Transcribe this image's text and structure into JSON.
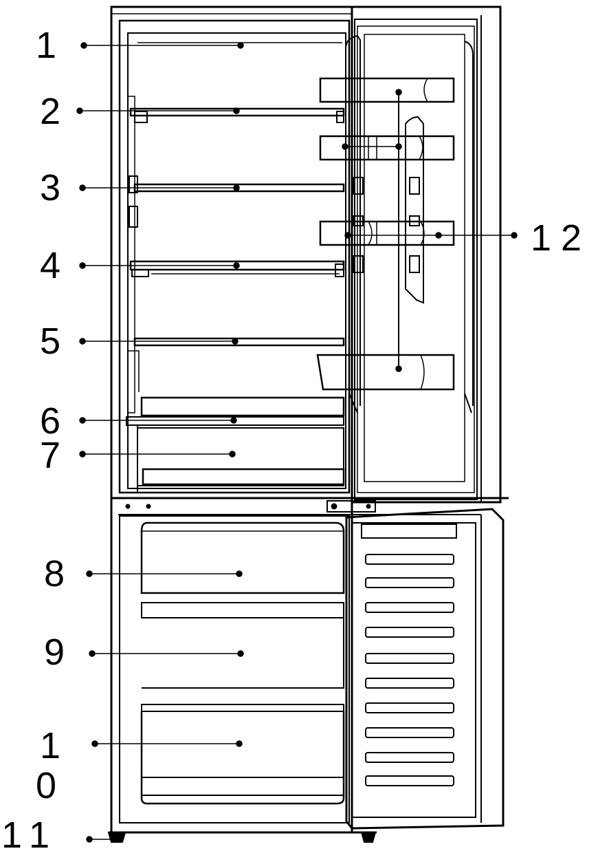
{
  "diagram": {
    "colors": {
      "stroke": "#000000",
      "background": "#ffffff"
    },
    "callouts": [
      {
        "id": "1",
        "label": "1"
      },
      {
        "id": "2",
        "label": "2"
      },
      {
        "id": "3",
        "label": "3"
      },
      {
        "id": "4",
        "label": "4"
      },
      {
        "id": "5",
        "label": "5"
      },
      {
        "id": "6",
        "label": "6"
      },
      {
        "id": "7",
        "label": "7"
      },
      {
        "id": "8",
        "label": "8"
      },
      {
        "id": "9",
        "label": "9"
      },
      {
        "id": "10a",
        "label": "1"
      },
      {
        "id": "10b",
        "label": "0"
      },
      {
        "id": "11",
        "label": "11"
      },
      {
        "id": "12",
        "label": "12"
      }
    ]
  }
}
